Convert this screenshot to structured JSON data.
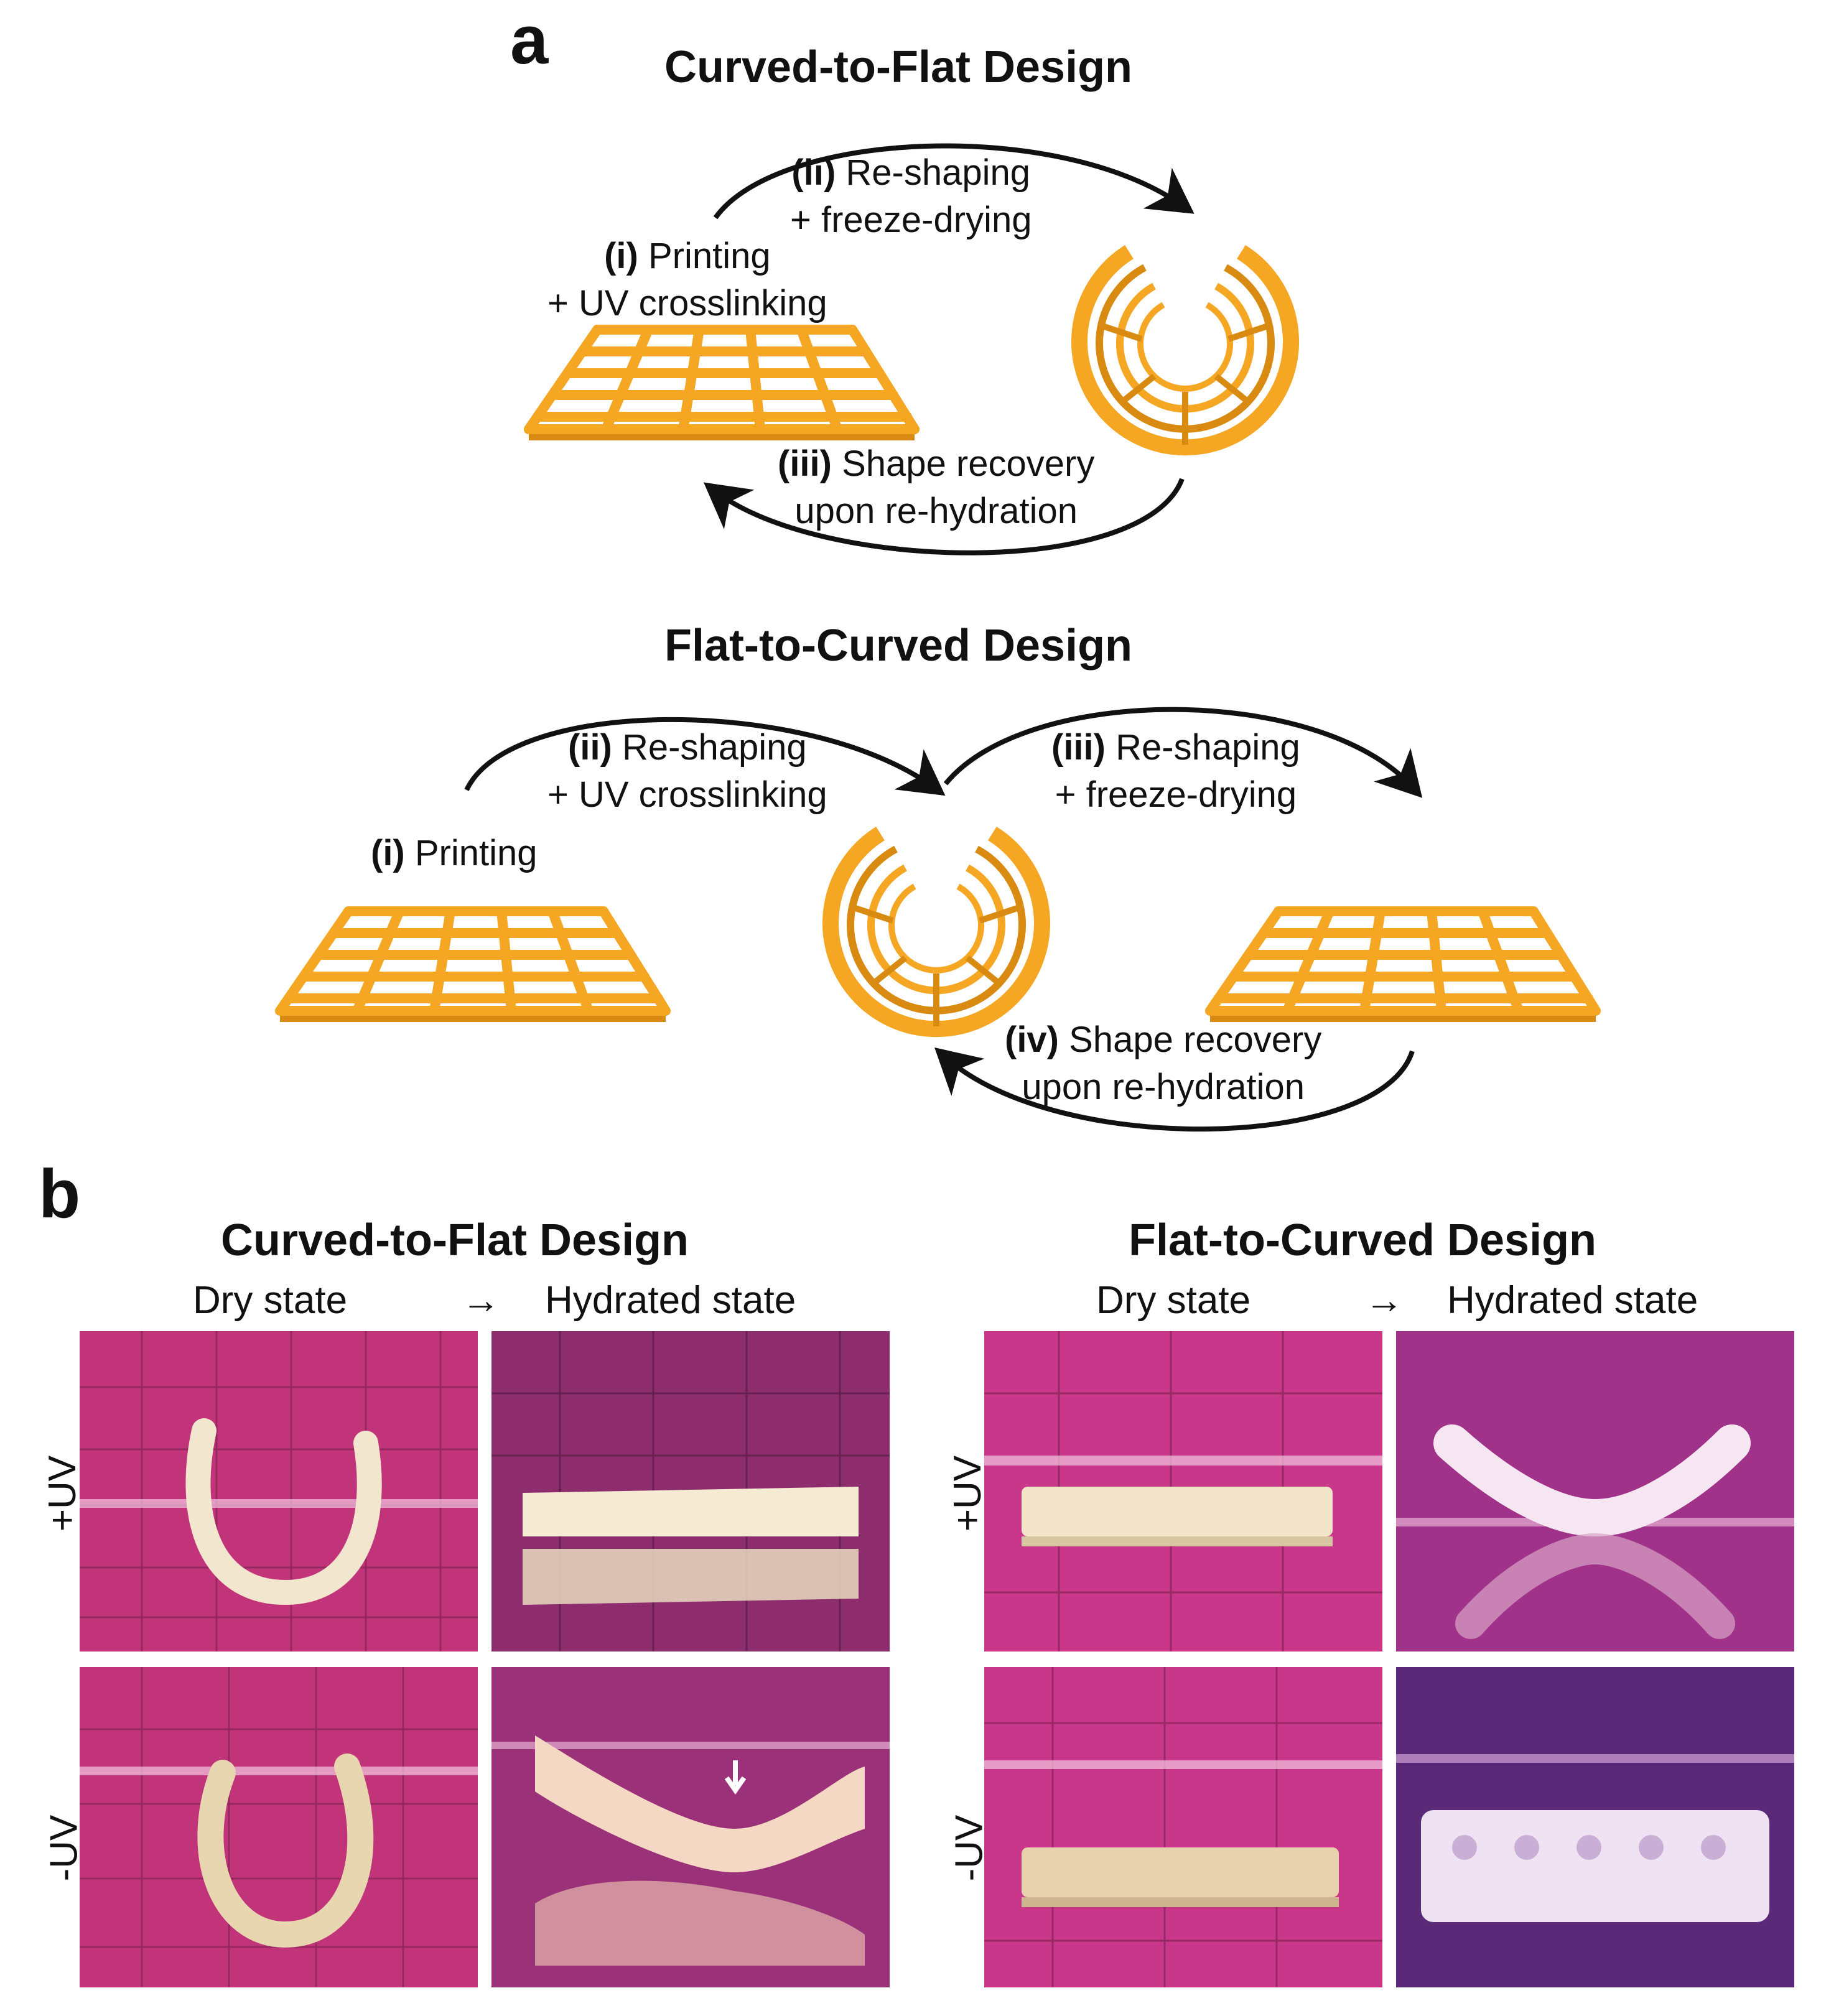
{
  "panel_a": {
    "letter": "a",
    "curved_to_flat": {
      "title": "Curved-to-Flat Design",
      "step1": {
        "num": "(i)",
        "text": "Printing",
        "line2": "+ UV crosslinking"
      },
      "step2": {
        "num": "(ii)",
        "text": "Re-shaping",
        "line2": "+ freeze-drying"
      },
      "step3": {
        "num": "(iii)",
        "text": "Shape recovery",
        "line2": "upon re-hydration"
      }
    },
    "flat_to_curved": {
      "title": "Flat-to-Curved Design",
      "step1": {
        "num": "(i)",
        "text": "Printing"
      },
      "step2": {
        "num": "(ii)",
        "text": "Re-shaping",
        "line2": "+ UV crosslinking"
      },
      "step3": {
        "num": "(iii)",
        "text": "Re-shaping",
        "line2": "+ freeze-drying"
      },
      "step4": {
        "num": "(iv)",
        "text": "Shape recovery",
        "line2": "upon re-hydration"
      }
    }
  },
  "panel_b": {
    "letter": "b",
    "left": {
      "title": "Curved-to-Flat Design",
      "dry": "Dry state",
      "arrow": "→",
      "hydrated": "Hydrated state"
    },
    "right": {
      "title": "Flat-to-Curved Design",
      "dry": "Dry state",
      "arrow": "→",
      "hydrated": "Hydrated state"
    },
    "rows": {
      "plus_uv": "+UV",
      "minus_uv": "-UV"
    }
  },
  "colors": {
    "scaffold": "#f5a623",
    "scaffold_dark": "#d98a10",
    "arrow": "#111111",
    "photo_bg": "#c2347a",
    "photo_bg_dark": "#8e2d6e",
    "sample": "#f2e6cf"
  }
}
